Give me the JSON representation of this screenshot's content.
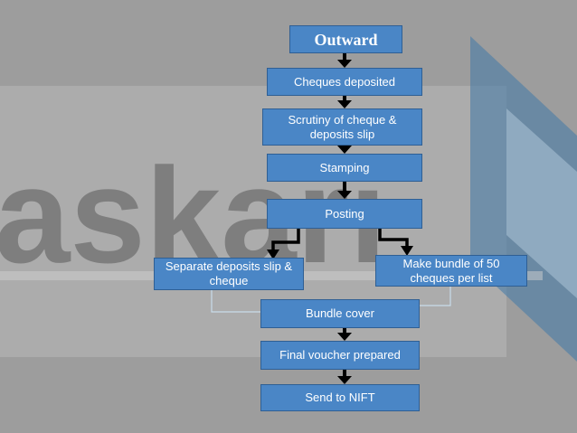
{
  "background": {
    "watermark_text": "askari",
    "watermark_color": "#5a5a5a",
    "accent_color": "#2a6aa0"
  },
  "colors": {
    "box_fill": "#4a86c6",
    "box_border": "#2f5f94",
    "arrow": "#000000",
    "connector": "#c8dcea"
  },
  "flowchart": {
    "title": "Outward",
    "steps": {
      "cheques_deposited": "Cheques deposited",
      "scrutiny": "Scrutiny of cheque & deposits slip",
      "stamping": "Stamping",
      "posting": "Posting",
      "separate": "Separate deposits slip & cheque",
      "bundle_50": "Make bundle of 50 cheques per list",
      "bundle_cover": "Bundle cover",
      "final_voucher": "Final voucher prepared",
      "send_nift": "Send to NIFT"
    }
  }
}
